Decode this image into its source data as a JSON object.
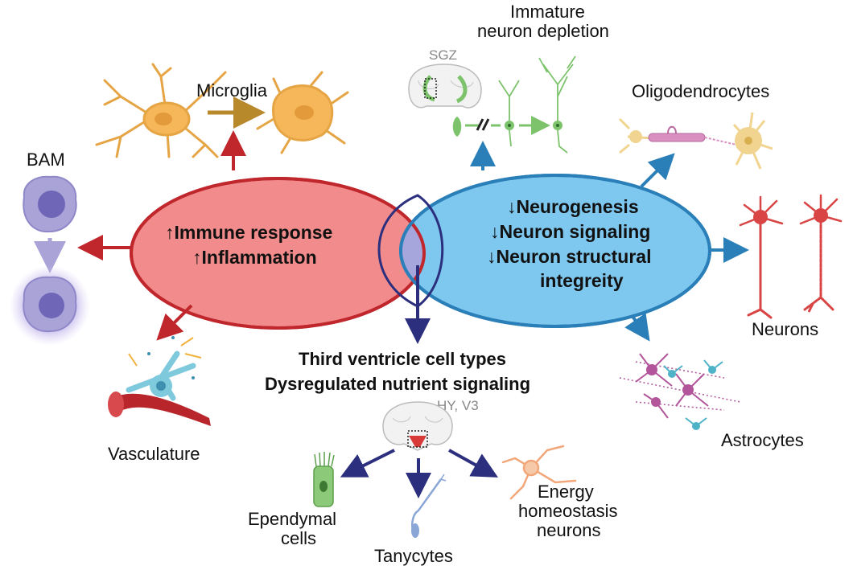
{
  "left_circle": {
    "line1": "↑Immune response",
    "line2": "↑Inflammation",
    "fill": "#f28b8b",
    "stroke": "#c0272d"
  },
  "right_circle": {
    "line1": "↓Neurogenesis",
    "line2": "↓Neuron signaling",
    "line3": "↓Neuron structural",
    "line4": "integreity",
    "fill": "#7ec8ef",
    "stroke": "#2a7fb8"
  },
  "overlap": {
    "fill": "#a6a6dc",
    "stroke": "#2b2f7e"
  },
  "labels": {
    "microglia": "Microglia",
    "bam": "BAM",
    "vasculature": "Vasculature",
    "immature_line1": "Immature",
    "immature_line2": "neuron depletion",
    "sgz": "SGZ",
    "oligodendrocytes": "Oligodendrocytes",
    "neurons": "Neurons",
    "astrocytes": "Astrocytes",
    "third_line1": "Third ventricle cell types",
    "third_line2": "Dysregulated nutrient signaling",
    "hy_v3": "HY, V3",
    "ependymal_line1": "Ependymal",
    "ependymal_line2": "cells",
    "tanycytes": "Tanycytes",
    "energy_line1": "Energy",
    "energy_line2": "homeostasis",
    "energy_line3": "neurons"
  },
  "colors": {
    "red_arrow": "#c0272d",
    "blue_arrow": "#2a7fb8",
    "navy_arrow": "#2b2f7e",
    "microglia": "#f6b65a",
    "microglia_arrow": "#b8892a",
    "bam_cell": "#a9a3d8",
    "neuron_red": "#d94545",
    "astrocyte_pink": "#b2559a",
    "astrocyte_teal": "#4fb3c8",
    "oligo_pink": "#d98fbf",
    "oligo_yellow": "#f0d490",
    "green": "#7cc36b",
    "vessel_red": "#b8262b",
    "vessel_blue": "#7fc9dd"
  }
}
